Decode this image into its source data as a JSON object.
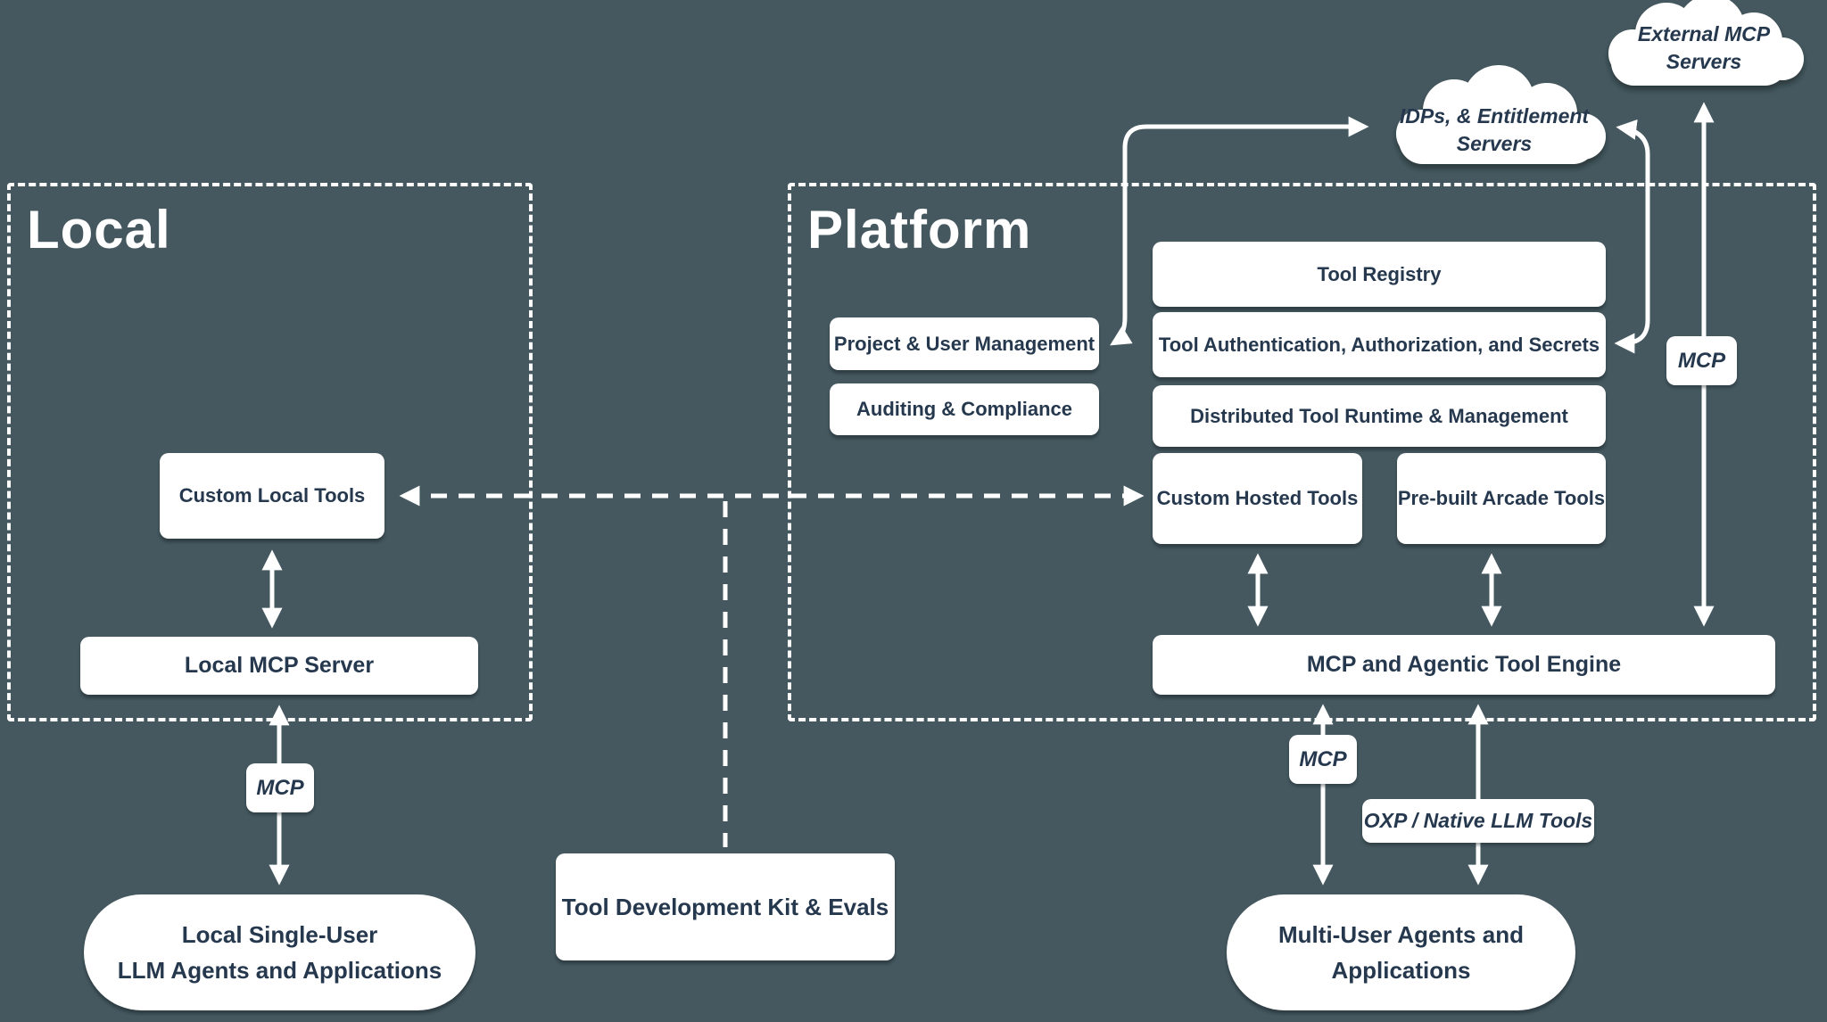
{
  "colors": {
    "background": "#45585f",
    "ink": "#25384e",
    "node_fill": "#ffffff",
    "line": "#ffffff"
  },
  "regions": {
    "local": {
      "title": "Local"
    },
    "platform": {
      "title": "Platform"
    }
  },
  "clouds": {
    "external": {
      "label": "External MCP Servers"
    },
    "idps": {
      "line1": "IDPs, & Entitlement",
      "line2": "Servers"
    }
  },
  "nodes": {
    "custom_local_tools": "Custom Local Tools",
    "local_mcp_server": "Local MCP Server",
    "local_agents": {
      "line1": "Local Single-User",
      "line2": "LLM Agents and Applications"
    },
    "tool_dev_kit": "Tool Development Kit & Evals",
    "project_user_mgmt": "Project & User Management",
    "auditing_compliance": "Auditing & Compliance",
    "tool_registry": "Tool Registry",
    "tool_auth": "Tool Authentication, Authorization, and Secrets",
    "distributed_runtime": "Distributed Tool Runtime & Management",
    "custom_hosted_tools": "Custom Hosted Tools",
    "prebuilt_arcade_tools": "Pre-built Arcade Tools",
    "tool_engine": "MCP and Agentic Tool Engine",
    "multi_user_agents": {
      "line1": "Multi-User Agents and",
      "line2": "Applications"
    }
  },
  "edge_labels": {
    "mcp_local": "MCP",
    "mcp_platform": "MCP",
    "mcp_external": "MCP",
    "oxp": "OXP / Native LLM Tools"
  }
}
